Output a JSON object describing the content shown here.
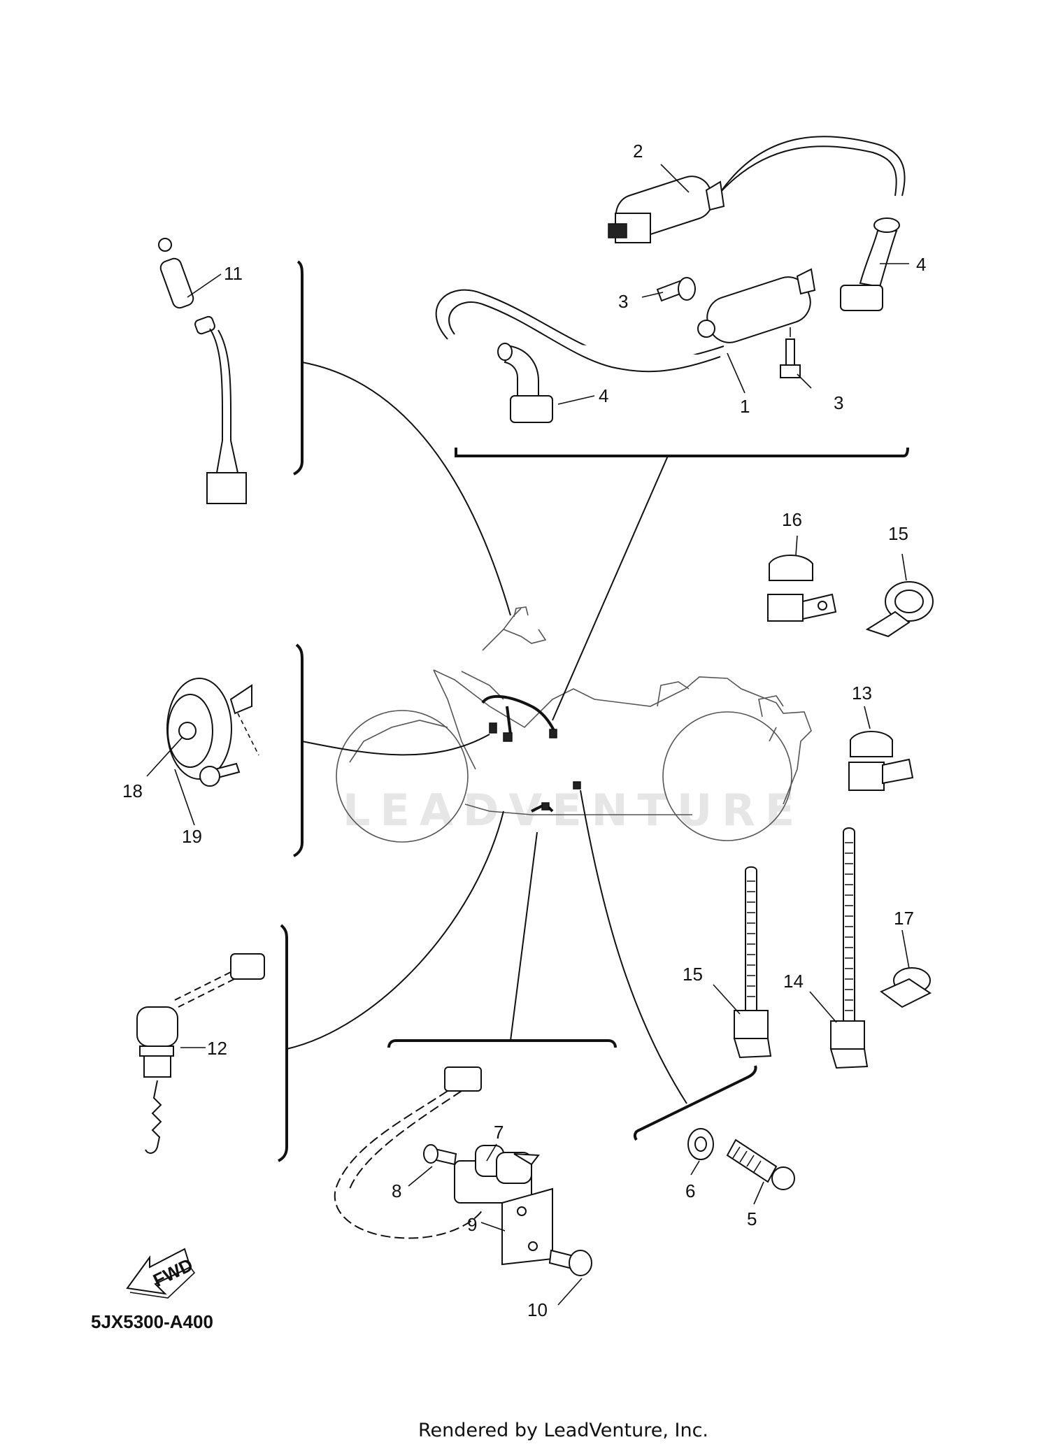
{
  "callouts": {
    "c1": "1",
    "c2": "2",
    "c3a": "3",
    "c3b": "3",
    "c4a": "4",
    "c4b": "4",
    "c5": "5",
    "c6": "6",
    "c7": "7",
    "c8": "8",
    "c9": "9",
    "c10": "10",
    "c11": "11",
    "c12": "12",
    "c13": "13",
    "c14": "14",
    "c15a": "15",
    "c15b": "15",
    "c16": "16",
    "c17": "17",
    "c18": "18",
    "c19": "19"
  },
  "fwd_label": "FWD",
  "part_code": "5JX5300-A400",
  "watermark": "LEADVENTURE",
  "footer": "Rendered by LeadVenture, Inc."
}
